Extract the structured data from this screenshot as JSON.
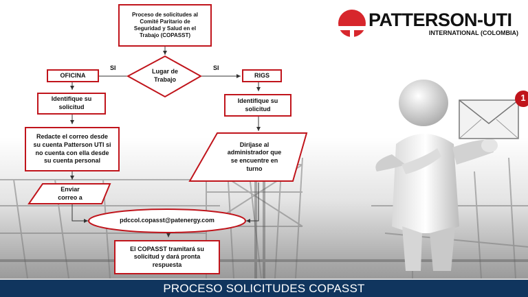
{
  "brand": {
    "name": "PATTERSON-UTI",
    "subtitle": "INTERNATIONAL (COLOMBIA)"
  },
  "flow": {
    "start": "Proceso de solicitudes al\nComité Paritario de\nSeguridad y Salud en el\nTrabajo (COPASST)",
    "decision": "Lugar de\nTrabajo",
    "yes_left": "SI",
    "yes_right": "SI",
    "office": "OFICINA",
    "rigs": "RIGS",
    "identify_office": "Identifique su\nsolicitud",
    "identify_rigs": "Identifique su\nsolicitud",
    "compose_email": "Redacte el correo desde\nsu cuenta Patterson UTI si\nno cuenta con ella desde\nsu cuenta personal",
    "go_admin": "Diríjase al\nadministrador que\nse encuentre en\nturno",
    "send_email": "Enviar\ncorreo a",
    "email_address": "pdccol.copasst@patenergy.com",
    "final": "El COPASST tramitará su\nsolicitud y dará pronta\nrespuesta"
  },
  "notification": {
    "count": "1"
  },
  "footer": {
    "title": "PROCESO SOLICITUDES COPASST"
  },
  "colors": {
    "accent": "#c0141b",
    "footer_bg": "#10355e",
    "logo_red": "#d7262c"
  }
}
